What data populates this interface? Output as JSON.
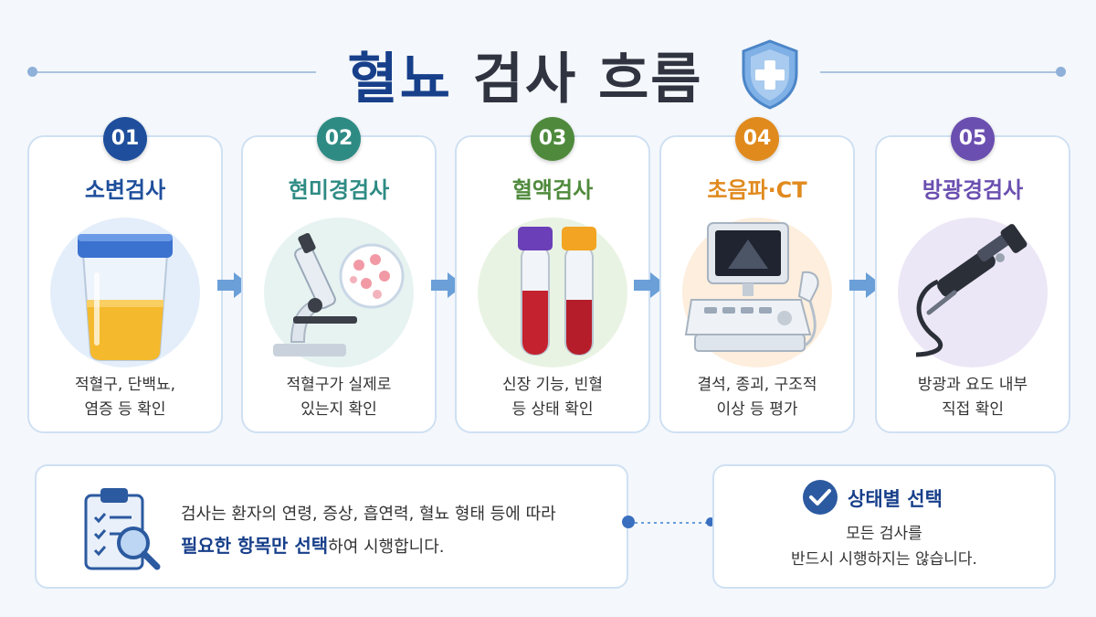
{
  "header": {
    "title_part1": "혈뇨",
    "title_part2": "검사 흐름",
    "icons": [
      "shield-cross-icon"
    ]
  },
  "steps": [
    {
      "number": "01",
      "title": "소변검사",
      "desc_line1": "적혈구, 단백뇨,",
      "desc_line2": "염증 등 확인",
      "color": "#1f4f9c",
      "icon": "urine-cup-icon"
    },
    {
      "number": "02",
      "title": "현미경검사",
      "desc_line1": "적혈구가 실제로",
      "desc_line2": "있는지 확인",
      "color": "#2e8b84",
      "icon": "microscope-icon"
    },
    {
      "number": "03",
      "title": "혈액검사",
      "desc_line1": "신장 기능, 빈혈",
      "desc_line2": "등 상태 확인",
      "color": "#4f8a3c",
      "icon": "blood-tubes-icon"
    },
    {
      "number": "04",
      "title": "초음파·CT",
      "desc_line1": "결석, 종괴, 구조적",
      "desc_line2": "이상 등 평가",
      "color": "#e08a1e",
      "icon": "ultrasound-machine-icon"
    },
    {
      "number": "05",
      "title": "방광경검사",
      "desc_line1": "방광과 요도 내부",
      "desc_line2": "직접 확인",
      "color": "#6a4fb0",
      "icon": "cystoscope-icon"
    }
  ],
  "note": {
    "line1": "검사는 환자의 연령, 증상, 흡연력, 혈뇨 형태 등에 따라",
    "highlight": "필요한 항목만 선택",
    "line2_rest": "하여 시행합니다.",
    "icon": "clipboard-magnifier-icon"
  },
  "side": {
    "title": "상태별 선택",
    "desc_line1": "모든 검사를",
    "desc_line2": "반드시 시행하지는 않습니다.",
    "icon": "check-circle-icon"
  },
  "colors": {
    "accent_navy": "#173f8a",
    "card_border": "#cfe0f3",
    "arrow": "#6a9fd8",
    "background": "#f4f7fb"
  }
}
